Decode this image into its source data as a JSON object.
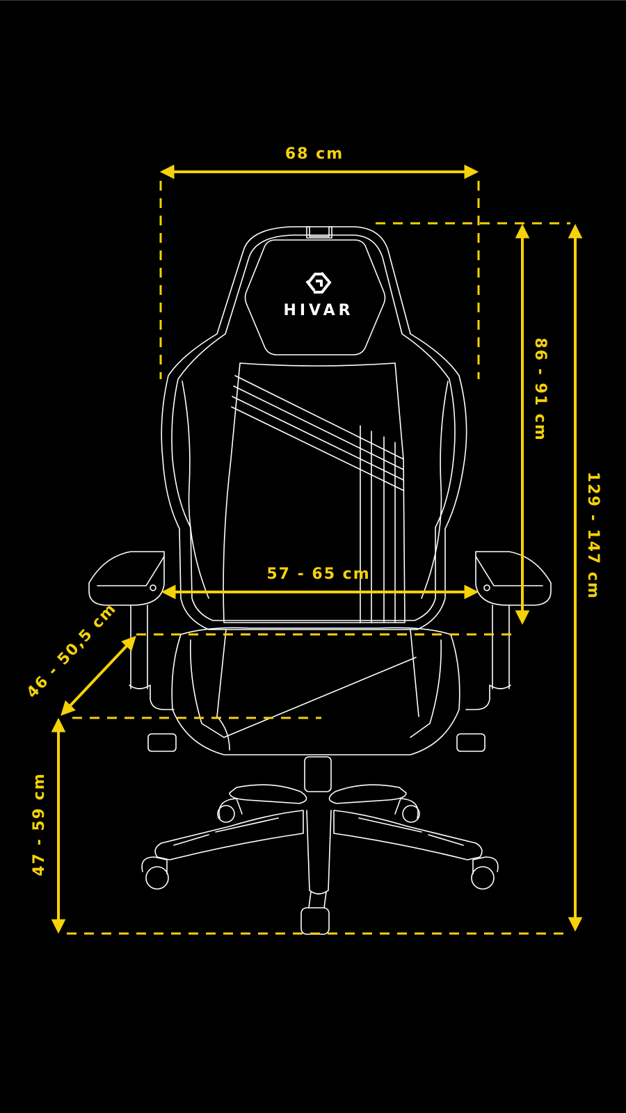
{
  "brand": {
    "name": "HIVAR",
    "logo_icon": "hexagon-s-logo-icon"
  },
  "colors": {
    "background": "#000000",
    "dimension": "#f5d20a",
    "outline": "#ffffff"
  },
  "dimensions": {
    "backrest_width": {
      "label": "68 cm",
      "orientation": "horizontal"
    },
    "backrest_height": {
      "label": "86 - 91 cm",
      "orientation": "vertical"
    },
    "total_height": {
      "label": "129 - 147 cm",
      "orientation": "vertical"
    },
    "armrest_width": {
      "label": "57 - 65 cm",
      "orientation": "horizontal"
    },
    "seat_depth": {
      "label": "46 - 50,5 cm",
      "orientation": "diagonal"
    },
    "seat_height": {
      "label": "47 - 59 cm",
      "orientation": "vertical"
    }
  }
}
